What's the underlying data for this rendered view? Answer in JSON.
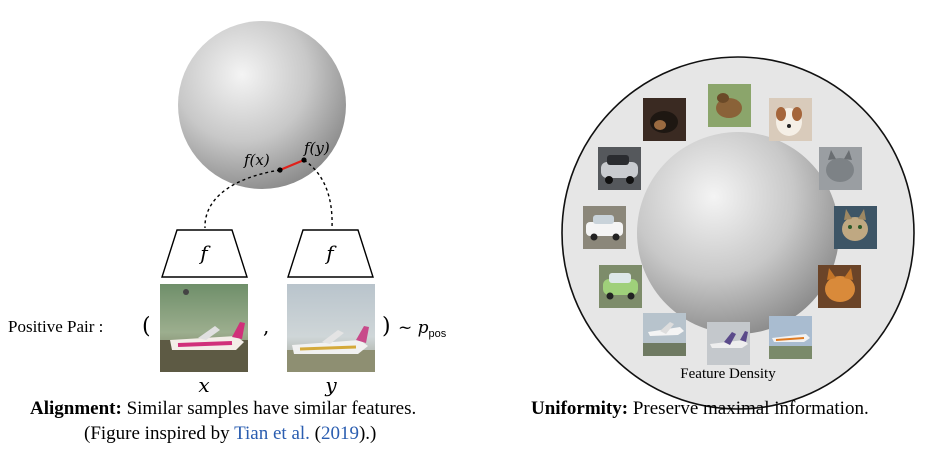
{
  "left_panel": {
    "point_labels": {
      "fx": "f(x)",
      "fy": "f(y)"
    },
    "encoder_label": "f",
    "positive_pair_label": "Positive Pair :",
    "open_paren": "(",
    "comma": ",",
    "close_paren": ")",
    "distribution": "~ p",
    "distribution_sub": "pos",
    "sample_labels": {
      "x": "x",
      "y": "y"
    },
    "images": [
      {
        "icon": "airplane-photo-x"
      },
      {
        "icon": "airplane-photo-y"
      }
    ]
  },
  "right_panel": {
    "feature_density_label": "Feature Density",
    "images": [
      {
        "icon": "dog-photo"
      },
      {
        "icon": "dog-photo"
      },
      {
        "icon": "dog-photo"
      },
      {
        "icon": "cat-photo"
      },
      {
        "icon": "cat-photo"
      },
      {
        "icon": "cat-photo"
      },
      {
        "icon": "airplane-photo"
      },
      {
        "icon": "airplane-photo"
      },
      {
        "icon": "airplane-photo"
      },
      {
        "icon": "car-photo"
      },
      {
        "icon": "car-photo"
      },
      {
        "icon": "car-photo"
      }
    ]
  },
  "captions": {
    "alignment_title": "Alignment:",
    "alignment_text": "Similar samples have similar features.",
    "inspired_prefix": "(Figure inspired by",
    "inspired_author": "Tian et al.",
    "inspired_open": "(",
    "inspired_year": "2019",
    "inspired_suffix": ").)",
    "uniformity_title": "Uniformity:",
    "uniformity_text": "Preserve maximal information."
  },
  "colors": {
    "sphere_light": "#f2f2f2",
    "sphere_dark": "#8a8a8a",
    "ring_fill": "#e6e6e6",
    "highlight_segment": "#e0201a",
    "link": "#2a5db0"
  }
}
